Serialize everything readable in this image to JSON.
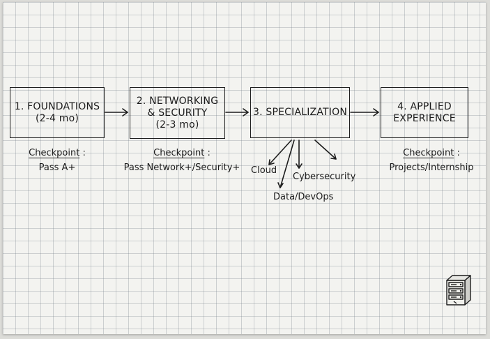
{
  "stages": [
    {
      "id": "foundations",
      "text": "1. FOUNDATIONS\n(2-4 mo)"
    },
    {
      "id": "networking",
      "text": "2. NETWORKING\n& SECURITY\n(2-3 mo)"
    },
    {
      "id": "specialization",
      "text": "3. SPECIALIZATION"
    },
    {
      "id": "applied",
      "text": "4. APPLIED\nEXPERIENCE"
    }
  ],
  "checkpoints": [
    {
      "title": "Checkpoint",
      "sep": " :",
      "value": "Pass A+"
    },
    {
      "title": "Checkpoint",
      "sep": " :",
      "value": "Pass Network+/Security+"
    },
    {
      "title": "Checkpoint",
      "sep": " :",
      "value": "Projects/Internship"
    }
  ],
  "branches": {
    "cloud": "Cloud",
    "cybersecurity": "Cybersecurity",
    "data_devops": "Data/DevOps"
  },
  "icons": {
    "doodle": "server-rack-icon"
  }
}
